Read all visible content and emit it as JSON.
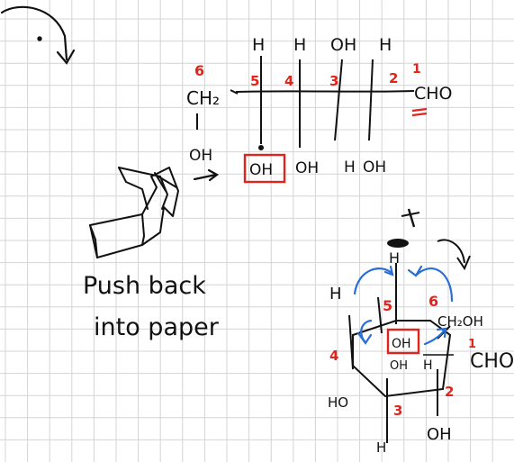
{
  "colors": {
    "ink": "#111111",
    "numbers": "#e0241b",
    "arrows": "#2a6fd6",
    "grid": "#d4d4d4",
    "background": "#ffffff"
  },
  "fischer": {
    "top_substituents": [
      "H",
      "H",
      "OH",
      "H"
    ],
    "bottom_substituents": [
      "OH",
      "OH",
      "H",
      "OH"
    ],
    "carbon_numbers": [
      "6",
      "5",
      "4",
      "3",
      "2",
      "1"
    ],
    "left_group": "CH₂",
    "left_oh": "OH",
    "right_group": "CHO"
  },
  "note": {
    "line1": "Push back",
    "line2": "into paper"
  },
  "ring": {
    "top_h": "H",
    "c5_h": "H",
    "c5_label": "5",
    "c6_label": "6",
    "c4_label": "4",
    "c3_label": "3",
    "c2_label": "2",
    "c1_label": "1",
    "ch2oh": "CH₂OH",
    "oh_boxed": "OH",
    "c4_oh": "OH",
    "c4_h": "H",
    "c3_ho": "HO",
    "c3_h": "H",
    "c2_oh": "OH",
    "cho": "CHO"
  },
  "icons": [
    "curved-arrow-icon",
    "push-hand-icon",
    "eye-icon"
  ]
}
